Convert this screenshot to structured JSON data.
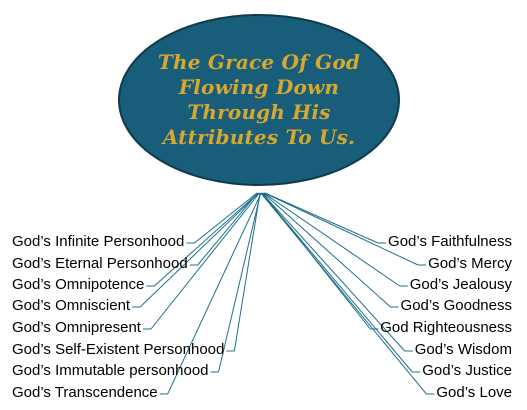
{
  "diagram": {
    "title_lines": [
      "The Grace Of God",
      "Flowing Down",
      "Through His",
      "Attributes To Us."
    ],
    "left_attributes": [
      "God’s Infinite Personhood",
      "God’s Eternal Personhood",
      "God’s Omnipotence",
      "God’s Omniscient",
      "God’s Omnipresent",
      "God’s Self-Existent Personhood",
      "God’s Immutable personhood",
      "God’s Transcendence"
    ],
    "right_attributes": [
      "God’s Faithfulness",
      "God’s Mercy",
      "God’s Jealousy",
      "God’s Goodness",
      "God Righteousness",
      "God’s Wisdom",
      "God’s Justice",
      "God’s Love"
    ],
    "colors": {
      "ellipse_fill": "#185d79",
      "ellipse_stroke": "#0f3b4d",
      "title_text": "#d7a830",
      "connector": "#1f6f8b"
    }
  }
}
